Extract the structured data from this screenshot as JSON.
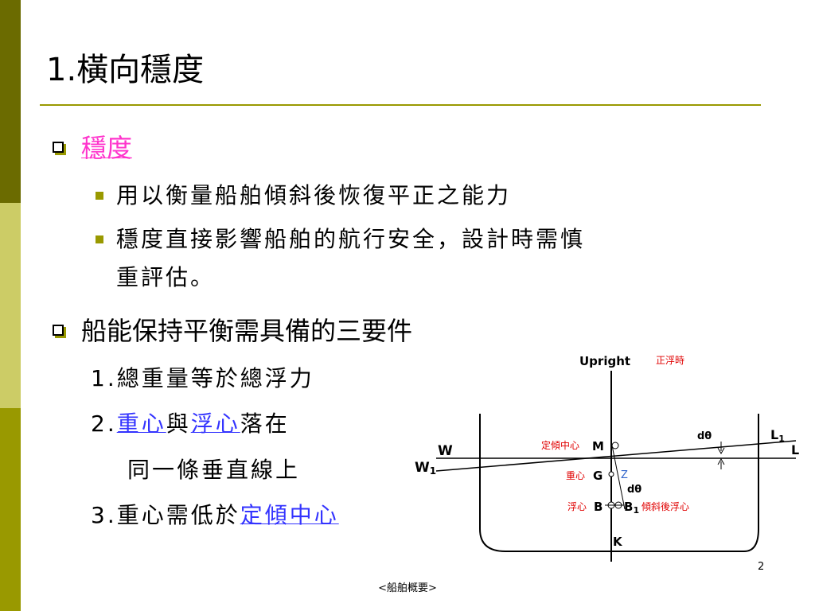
{
  "slide": {
    "title_num": "1.",
    "title_text": "橫向穩度",
    "page_number": "2",
    "footer": "<船舶概要>"
  },
  "colors": {
    "accent": "#999900",
    "dark_stripe": "#6b6b00",
    "light_stripe": "#cccc66",
    "link_pink": "#ff33cc",
    "link_blue": "#3333ff",
    "diagram_red": "#e00000"
  },
  "content": {
    "section1_heading": "穩度",
    "section1_items": [
      "用以衡量船舶傾斜後恢復平正之能力",
      "穩度直接影響船舶的航行安全，設計時需慎",
      "重評估。"
    ],
    "section2_heading": "船能保持平衡需具備的三要件",
    "req1_num": "1.",
    "req1_text": "總重量等於總浮力",
    "req2_num": "2.",
    "req2_link1": "重心",
    "req2_mid": "與",
    "req2_link2": "浮心",
    "req2_end": "落在",
    "req2_cont": "同一條垂直線上",
    "req3_num": "3.",
    "req3_text": "重心需低於",
    "req3_link": "定傾中心"
  },
  "diagram": {
    "upright": "Upright",
    "upright_zh": "正浮時",
    "metacenter_zh": "定傾中心",
    "M": "M",
    "G_zh": "重心",
    "G": "G",
    "Z": "Z",
    "dtheta": "dθ",
    "B_zh": "浮心",
    "B": "B",
    "B1": "B",
    "B1_sub": "1",
    "B1_zh": "傾斜後浮心",
    "K": "K",
    "W": "W",
    "W1": "W",
    "W1_sub": "1",
    "L": "L",
    "L1": "L",
    "L1_sub": "1"
  }
}
